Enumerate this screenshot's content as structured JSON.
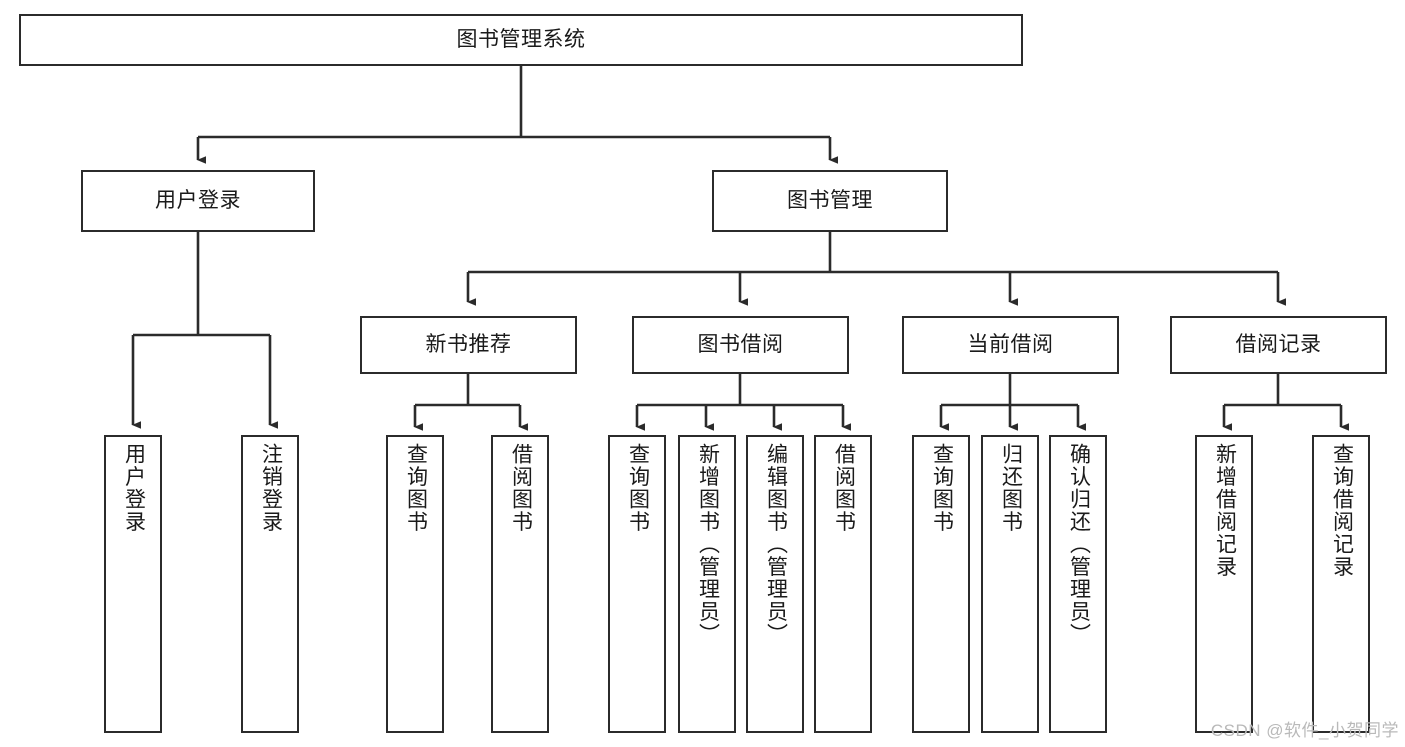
{
  "diagram": {
    "title": "图书管理系统",
    "type": "tree-hierarchy",
    "orientation": "top-down",
    "edge_color": "#2b2b2b",
    "node_border_color": "#2b2b2b",
    "node_fill_color": "#ffffff",
    "text_color": "#1a1a1a"
  },
  "watermark": {
    "text": "CSDN @软件_小贺同学",
    "color": "#b9b9b9"
  },
  "nodes": {
    "root": {
      "label": "图书管理系统",
      "level": 0
    },
    "l1": [
      {
        "id": "user-login",
        "label": "用户登录",
        "level": 1
      },
      {
        "id": "book-manage",
        "label": "图书管理",
        "level": 1
      }
    ],
    "l2": [
      {
        "id": "new-book-rec",
        "label": "新书推荐",
        "level": 2
      },
      {
        "id": "book-borrow",
        "label": "图书借阅",
        "level": 2
      },
      {
        "id": "current-borrow",
        "label": "当前借阅",
        "level": 2
      },
      {
        "id": "borrow-record",
        "label": "借阅记录",
        "level": 2
      }
    ],
    "leaves": {
      "user-login": [
        {
          "id": "leaf-user-login",
          "label": "用户登录"
        },
        {
          "id": "leaf-user-logout",
          "label": "注销登录"
        }
      ],
      "new-book-rec": [
        {
          "id": "leaf-query-book-1",
          "label": "查询图书"
        },
        {
          "id": "leaf-borrow-book-1",
          "label": "借阅图书"
        }
      ],
      "book-borrow": [
        {
          "id": "leaf-query-book-2",
          "label": "查询图书"
        },
        {
          "id": "leaf-add-book",
          "label": "新增图书（管理员）"
        },
        {
          "id": "leaf-edit-book",
          "label": "编辑图书（管理员）"
        },
        {
          "id": "leaf-borrow-book-2",
          "label": "借阅图书"
        }
      ],
      "current-borrow": [
        {
          "id": "leaf-query-book-3",
          "label": "查询图书"
        },
        {
          "id": "leaf-return-book",
          "label": "归还图书"
        },
        {
          "id": "leaf-confirm-return",
          "label": "确认归还（管理员）"
        }
      ],
      "borrow-record": [
        {
          "id": "leaf-add-record",
          "label": "新增借阅记录"
        },
        {
          "id": "leaf-query-record",
          "label": "查询借阅记录"
        }
      ]
    }
  }
}
